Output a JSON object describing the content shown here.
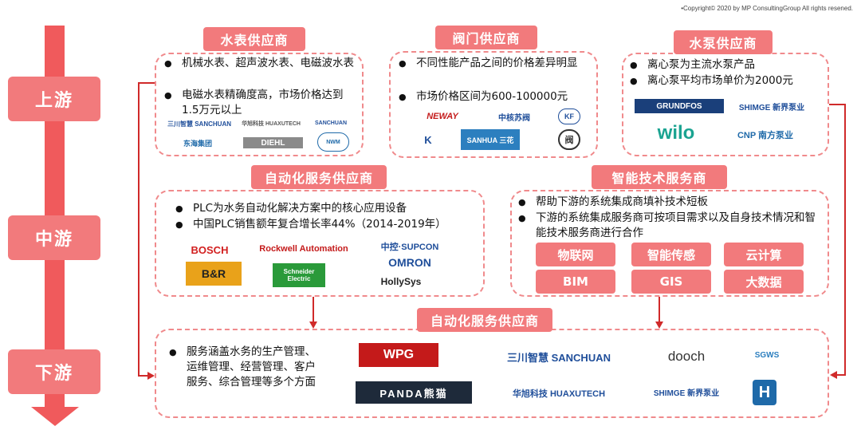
{
  "copyright": "•Copyright© 2020 by MP ConsultingGroup All rights resened.",
  "stages": {
    "upstream": "上游",
    "midstream": "中游",
    "downstream": "下游"
  },
  "meters": {
    "title": "水表供应商",
    "b1": "机械水表、超声波水表、电磁波水表",
    "b2": "电磁水表精确度高，市场价格达到1.5万元以上",
    "logos": [
      "三川智慧 SANCHUAN",
      "华旭科技 HUAXUTECH",
      "SANCHUAN",
      "东海集团",
      "DIEHL",
      "NWM"
    ]
  },
  "valves": {
    "title": "阀门供应商",
    "b1": "不同性能产品之间的价格差异明显",
    "b2": "市场价格区间为600-100000元",
    "logos": [
      "NEWAY",
      "中核苏阀",
      "KF",
      "K",
      "SANHUA 三花",
      "阀"
    ]
  },
  "pumps": {
    "title": "水泵供应商",
    "b1": "离心泵为主流水泵产品",
    "b2": "离心泵平均市场单价为2000元",
    "logos": [
      "GRUNDFOS",
      "SHIMGE 新界泵业",
      "wilo",
      "CNP 南方泵业"
    ]
  },
  "automation": {
    "title": "自动化服务供应商",
    "b1": "PLC为水务自动化解决方案中的核心应用设备",
    "b2": "中国PLC销售额年复合增长率44%（2014-2019年）",
    "logos": [
      "BOSCH",
      "Rockwell Automation",
      "中控·SUPCON",
      "OMRON",
      "B&R",
      "Schneider Electric",
      "HollySys"
    ]
  },
  "smart": {
    "title": "智能技术服务商",
    "b1": "帮助下游的系统集成商填补技术短板",
    "b2": "下游的系统集成服务商可按项目需求以及自身技术情况和智能技术服务商进行合作",
    "tags": [
      "物联网",
      "智能传感",
      "云计算",
      "BIM",
      "GIS",
      "大数据"
    ]
  },
  "downstream": {
    "title": "自动化服务供应商",
    "b1": "服务涵盖水务的生产管理、运维管理、经营管理、客户服务、综合管理等多个方面",
    "logos": [
      "WPG",
      "三川智慧 SANCHUAN",
      "dooch",
      "SGWS",
      "PANDA熊猫",
      "华旭科技 HUAXUTECH",
      "SHIMGE 新界泵业",
      "H"
    ]
  },
  "colors": {
    "accent": "#f27a7c",
    "arrow": "#f05a5c",
    "connector": "#d02a2a"
  }
}
